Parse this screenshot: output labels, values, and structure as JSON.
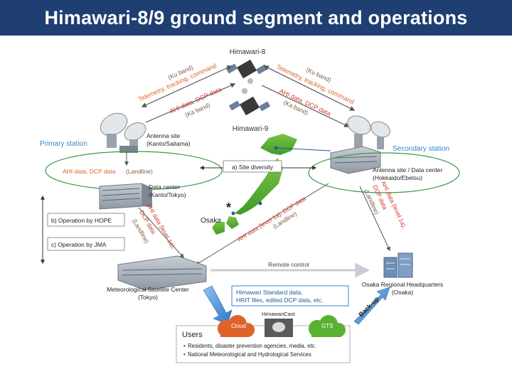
{
  "title": "Himawari-8/9 ground segment and operations",
  "colors": {
    "title_bar": "#1f3f73",
    "station_blue": "#3a86c8",
    "orange_label": "#e0622b",
    "red_label": "#d03a2a",
    "ellipse_green": "#3a9a4a",
    "japan_green": "#59b132"
  },
  "satellites": {
    "h8": "Himawari-8",
    "h9": "Himawari-9"
  },
  "uplink_left": {
    "line1": "(Ku band)",
    "line2": "Telemetry, tracking, command"
  },
  "downlink_left": {
    "line1": "AHI data, DCP data",
    "line2": "(Ka band)"
  },
  "uplink_right": {
    "line1": "(Ku band)",
    "line2": "Telemetry, tracking, command"
  },
  "downlink_right": {
    "line1": "AHI data, DCP data",
    "line2": "(Ka band)"
  },
  "primary": {
    "label": "Primary station",
    "antenna_site_1": "Antenna site",
    "antenna_site_2": "(Kanto/Saitama)",
    "landline_data": "AHI data, DCP data",
    "landline_tag": "(Landline)",
    "data_center_1": "Data center",
    "data_center_2": "(Kanto/Tokyo)"
  },
  "secondary": {
    "label": "Secondary station",
    "site_1": "Antenna site / Data center",
    "site_2": "(Hokkaido/Ebetsu)"
  },
  "site_diversity": "a) Site diversity",
  "operation_hope": "b) Operation by HOPE",
  "operation_jma": "c) Operation by JMA",
  "osaka": {
    "label": "Osaka",
    "marker": "*"
  },
  "level1a_left": {
    "line1": "AHI data (level 1a),",
    "line2": "DCP data",
    "line3": "(Landline)"
  },
  "level1a_mid": {
    "line1": "AHI data (level 1a), DCP data",
    "line2": "(Landline)"
  },
  "level1a_right": {
    "line1": "AHI data (level 1a),",
    "line2": "DCP data",
    "line3": "(Landline)"
  },
  "remote_control": "Remote control",
  "msc": {
    "name": "Meteorological Satellite Center",
    "place": "(Tokyo)"
  },
  "osaka_hq": {
    "name": "Osaka Regional Headquarters",
    "place": "(Osaka)"
  },
  "products": {
    "line1": "Himawari Standard data,",
    "line2": "HRIT files, edited DCP data, etc."
  },
  "backup": "Back-up",
  "distribution": {
    "cloud": "Cloud",
    "himawaricast": "HimawariCast",
    "gts": "GTS"
  },
  "users": {
    "heading": "Users",
    "item1": "Residents, disaster prevention agencies, media, etc.",
    "item2": "National Meteorological and Hydrological Services"
  }
}
